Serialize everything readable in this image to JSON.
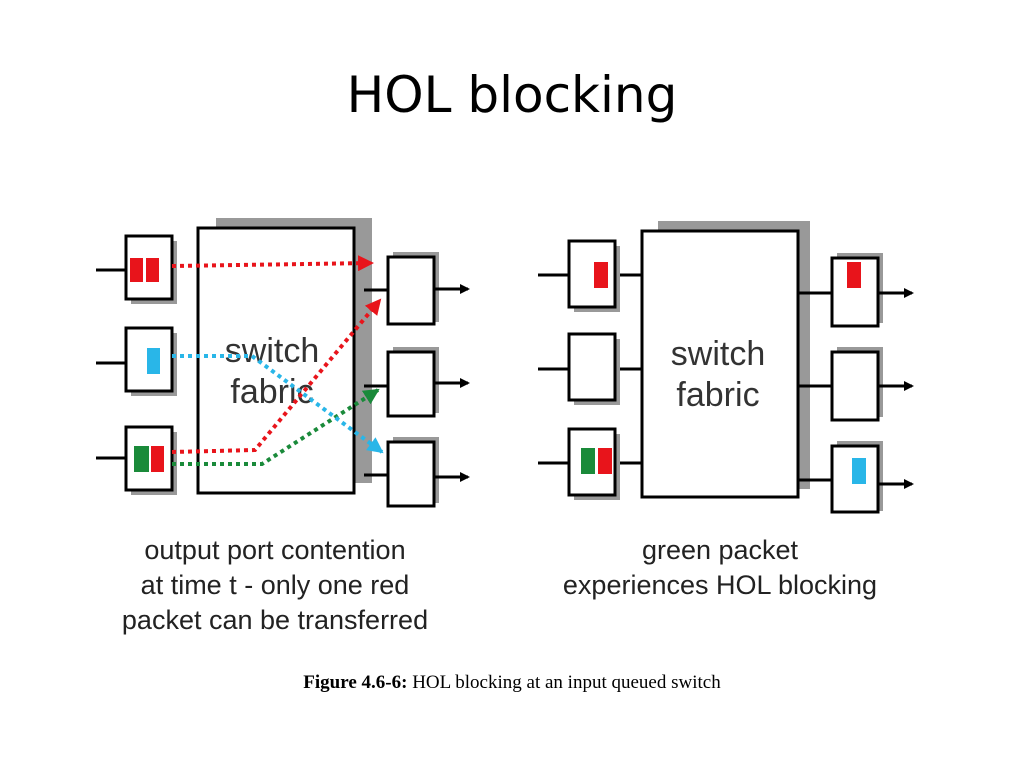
{
  "slide": {
    "title": "HOL blocking"
  },
  "diagram": {
    "left": {
      "fabric_label_1": "switch",
      "fabric_label_2": "fabric",
      "caption_lines": [
        "output port contention",
        "at  time t - only one red",
        "packet can be transferred"
      ]
    },
    "right": {
      "fabric_label_1": "switch",
      "fabric_label_2": "fabric",
      "caption_lines": [
        "green packet",
        "experiences HOL blocking"
      ]
    },
    "figure_caption": {
      "label": "Figure 4.6-6:",
      "text": " HOL blocking at an input queued switch"
    }
  },
  "colors": {
    "red_packet": "#e8141b",
    "green_packet": "#1a8a3a",
    "blue_packet": "#29b6e8",
    "shadow": "#999999"
  }
}
